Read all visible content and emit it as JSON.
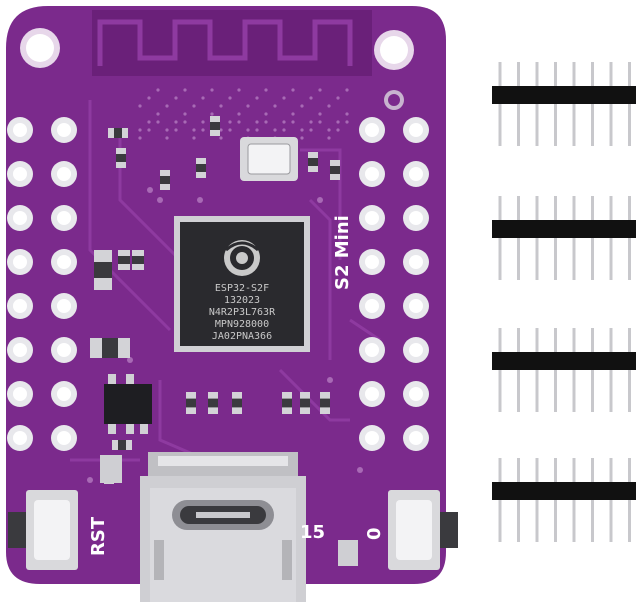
{
  "board": {
    "colors": {
      "pcb": "#7b2a8c",
      "pcb_dark": "#5e1a6e",
      "trace": "#8e3aa0",
      "pad": "#e8e8ec",
      "chip": "#2a2a2e",
      "header_plastic": "#111111",
      "pin_metal": "#c8c8cc"
    },
    "silkscreen": {
      "model": "S2 Mini",
      "reset_label": "RST",
      "gpio15_label": "15",
      "gpio0_label": "0"
    },
    "chip_markings": [
      "ESP32-S2F",
      "132023",
      "N4R2P3L763R",
      "MPN928000",
      "JA02PNA366"
    ],
    "connector": "usb-c-port"
  },
  "pin_headers": {
    "count": 4,
    "pins_per_header": 8
  }
}
